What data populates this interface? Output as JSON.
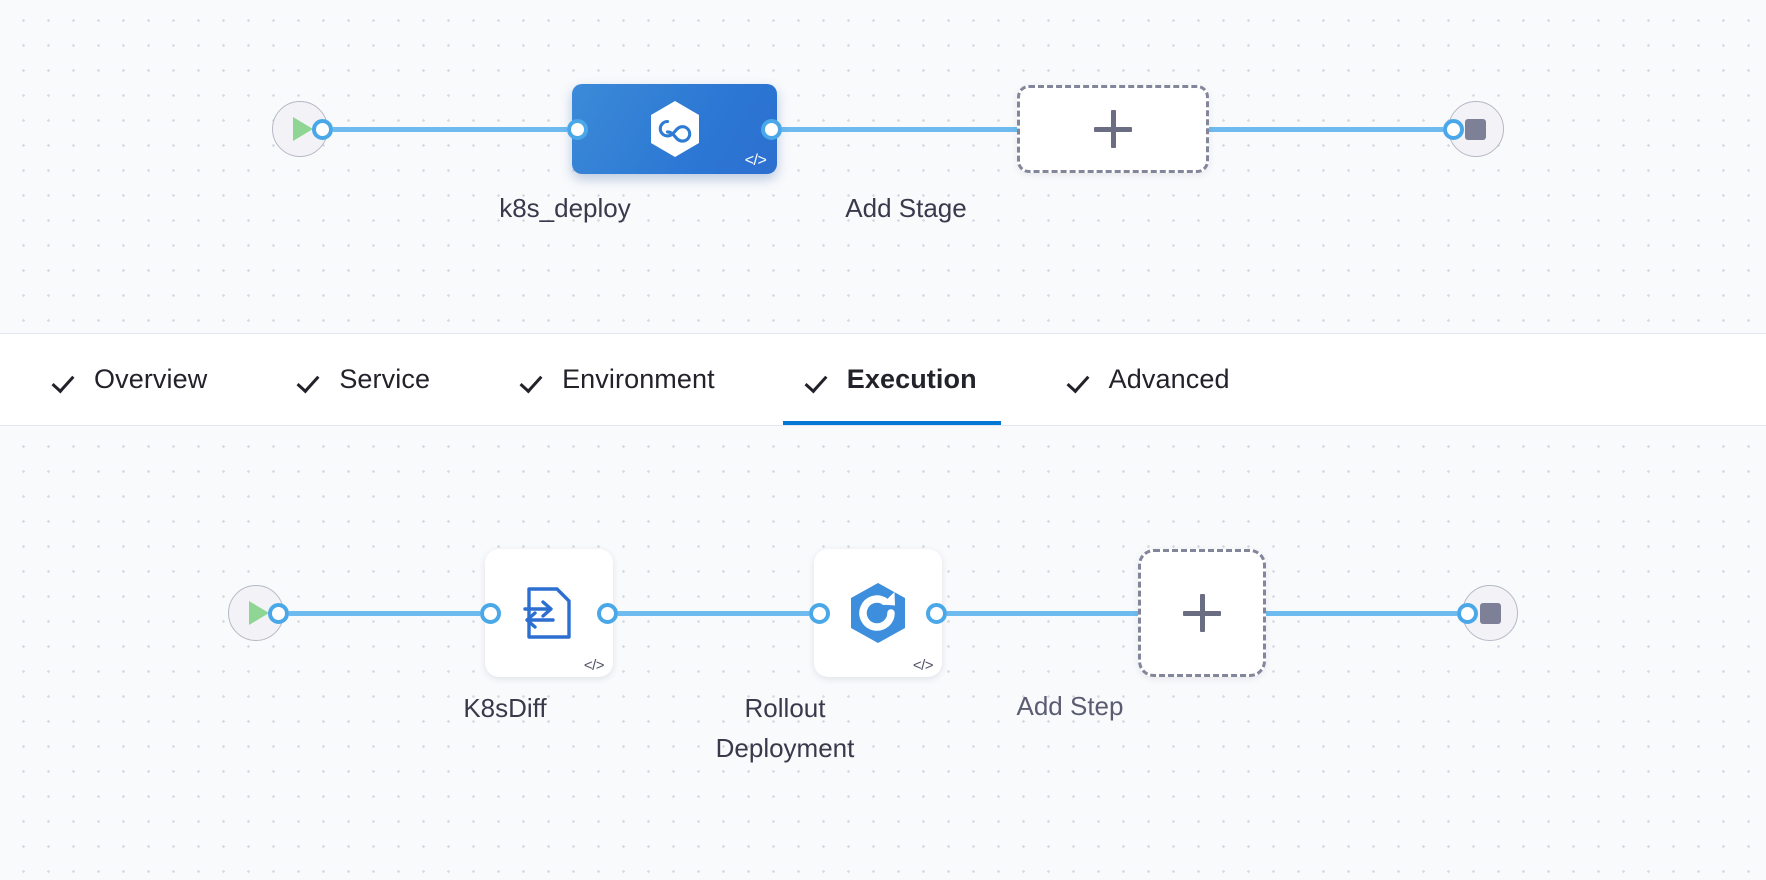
{
  "stage_graph": {
    "name": "pipeline-stage-graph",
    "start_icon": "play-icon",
    "end_icon": "stop-icon",
    "nodes": [
      {
        "id": "k8s-deploy-stage",
        "label": "k8s_deploy",
        "icon": "harness-hexagon-icon",
        "type": "stage",
        "selected": true,
        "code_badge": "</>"
      },
      {
        "id": "add-stage",
        "label": "Add Stage",
        "icon": "plus-icon",
        "type": "add-placeholder"
      }
    ]
  },
  "tabs": {
    "name": "stage-config-tabs",
    "items": [
      {
        "label": "Overview",
        "icon": "check-icon",
        "active": false
      },
      {
        "label": "Service",
        "icon": "check-icon",
        "active": false
      },
      {
        "label": "Environment",
        "icon": "check-icon",
        "active": false
      },
      {
        "label": "Execution",
        "icon": "check-icon",
        "active": true
      },
      {
        "label": "Advanced",
        "icon": "check-icon",
        "active": false
      }
    ]
  },
  "step_graph": {
    "name": "execution-step-graph",
    "start_icon": "play-icon",
    "end_icon": "stop-icon",
    "nodes": [
      {
        "id": "k8s-diff-step",
        "label": "K8sDiff",
        "icon": "k8s-diff-document-icon",
        "type": "step",
        "code_badge": "</>"
      },
      {
        "id": "rollout-deployment-step",
        "label": "Rollout\nDeployment",
        "icon": "rollout-hexagon-icon",
        "type": "step",
        "code_badge": "</>"
      },
      {
        "id": "add-step",
        "label": "Add Step",
        "icon": "plus-icon",
        "type": "add-placeholder"
      }
    ]
  },
  "colors": {
    "accent_blue": "#0278d5",
    "wire_blue": "#6ebbf0",
    "stage_blue": "#2c78d4",
    "icon_blue": "#2c6fd1",
    "play_green": "#8fd694",
    "stop_gray": "#7d8097",
    "canvas_bg": "#f9fafc",
    "dashed_border": "#83859b"
  }
}
